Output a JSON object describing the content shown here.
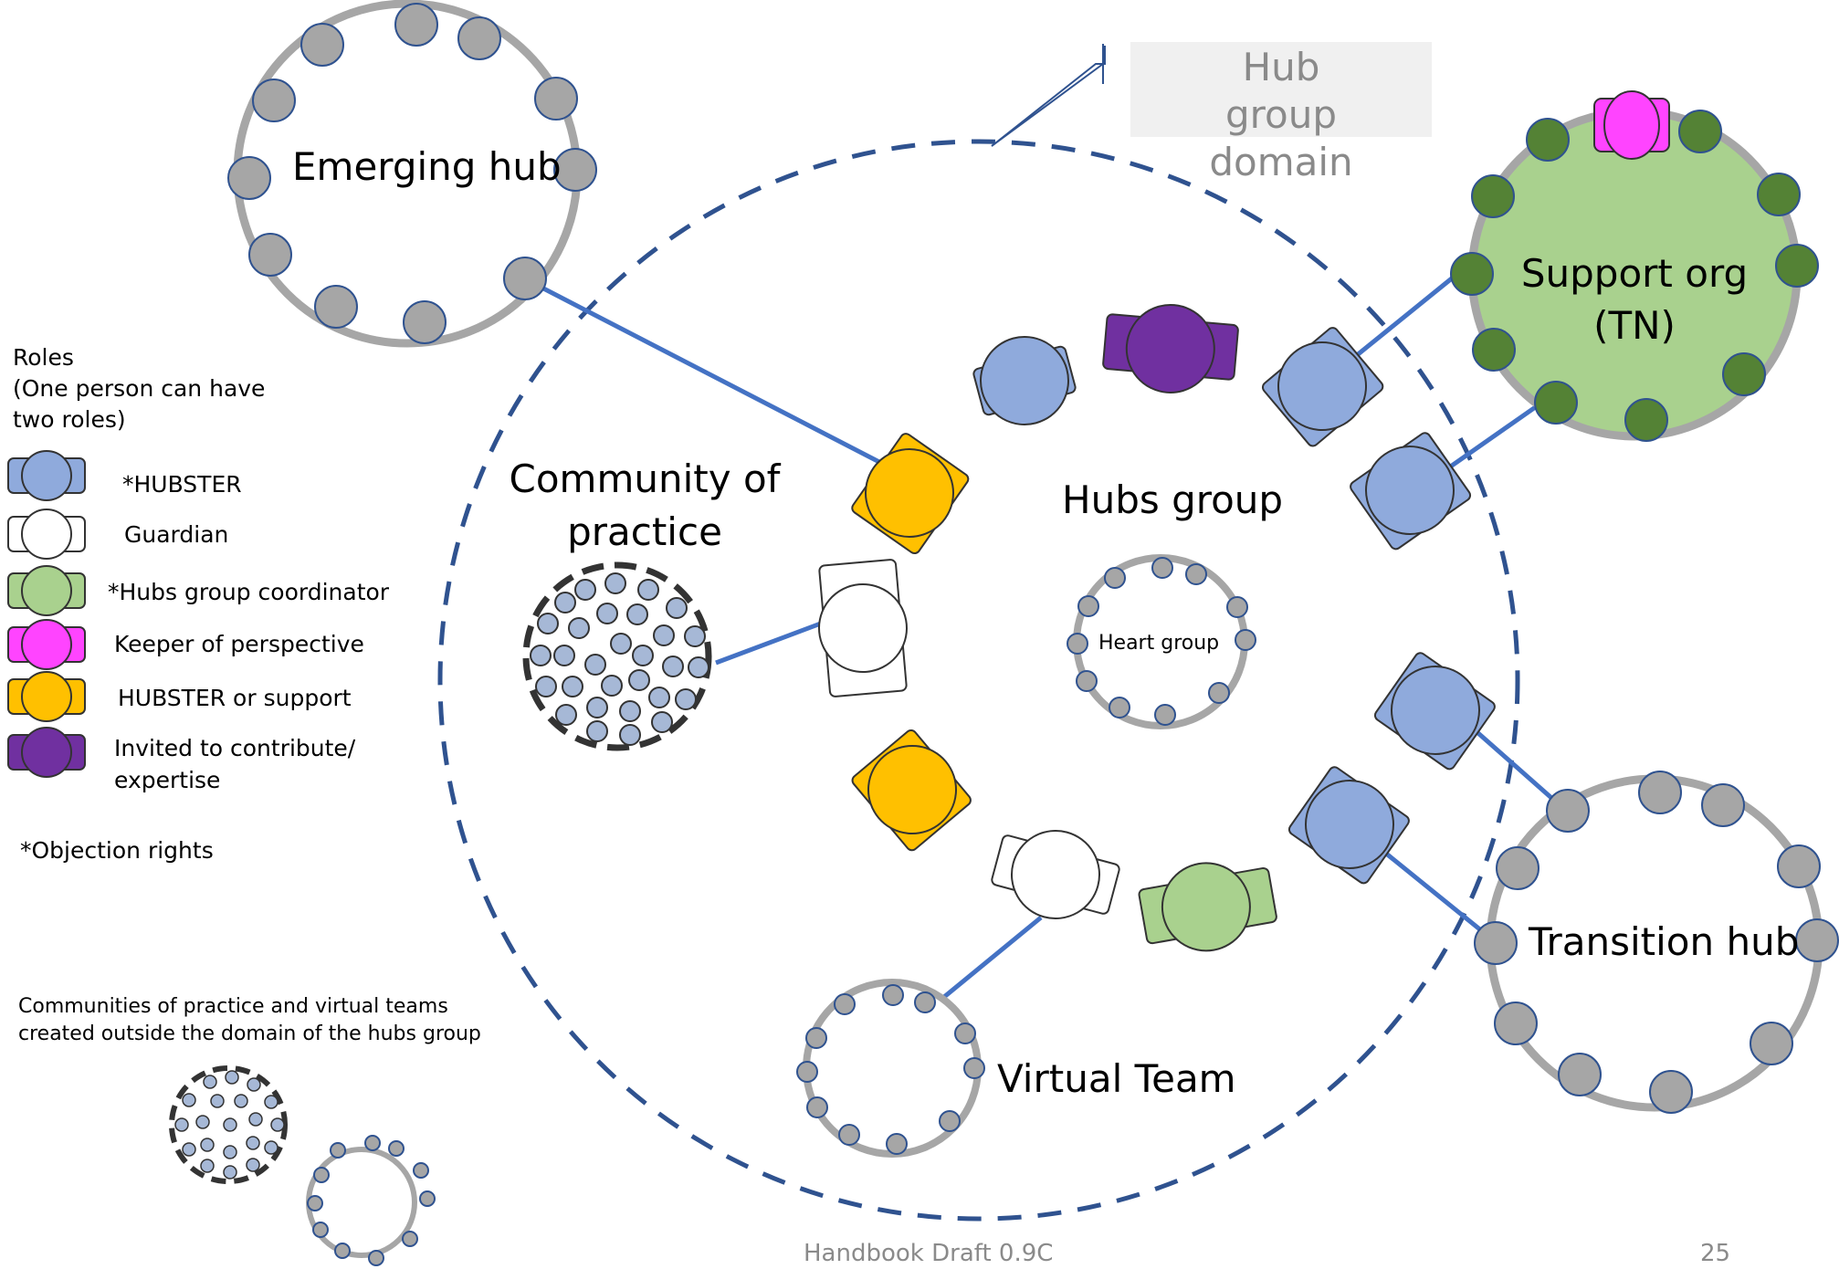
{
  "labels": {
    "domain_box": "Hub group domain",
    "emerging_hub": "Emerging hub",
    "support_org_line1": "Support org",
    "support_org_line2": "(TN)",
    "community_line1": "Community of",
    "community_line2": "practice",
    "hubs_group": "Hubs group",
    "heart_group": "Heart group",
    "transition_hub": "Transition hub",
    "virtual_team": "Virtual Team"
  },
  "legend": {
    "title_line1": "Roles",
    "title_line2": "(One person can have",
    "title_line3": "two roles)",
    "items": [
      {
        "label": "*HUBSTER",
        "color": "#8faadc"
      },
      {
        "label": "Guardian",
        "color": "#ffffff"
      },
      {
        "label": "*Hubs group coordinator",
        "color": "#a9d18e"
      },
      {
        "label": "Keeper of perspective",
        "color": "#ff44ff"
      },
      {
        "label": "HUBSTER or support",
        "color": "#ffc000"
      },
      {
        "label": "Invited to contribute/",
        "label2": "expertise",
        "color": "#7030a0"
      }
    ],
    "note": "*Objection rights"
  },
  "side_note": {
    "line1": "Communities of practice and virtual teams",
    "line2": "created outside the domain of the hubs group"
  },
  "footer": {
    "title": "Handbook Draft 0.9C",
    "page": "25"
  },
  "colors": {
    "hubster": "#8faadc",
    "guardian": "#ffffff",
    "coordinator": "#a9d18e",
    "keeper": "#ff44ff",
    "support": "#ffc000",
    "invited": "#7030a0",
    "member_gray": "#a6a6a6",
    "support_member_green": "#548235",
    "support_org_fill": "#a9d18e",
    "link_blue": "#4472c4",
    "domain_dash": "#2f528f"
  }
}
